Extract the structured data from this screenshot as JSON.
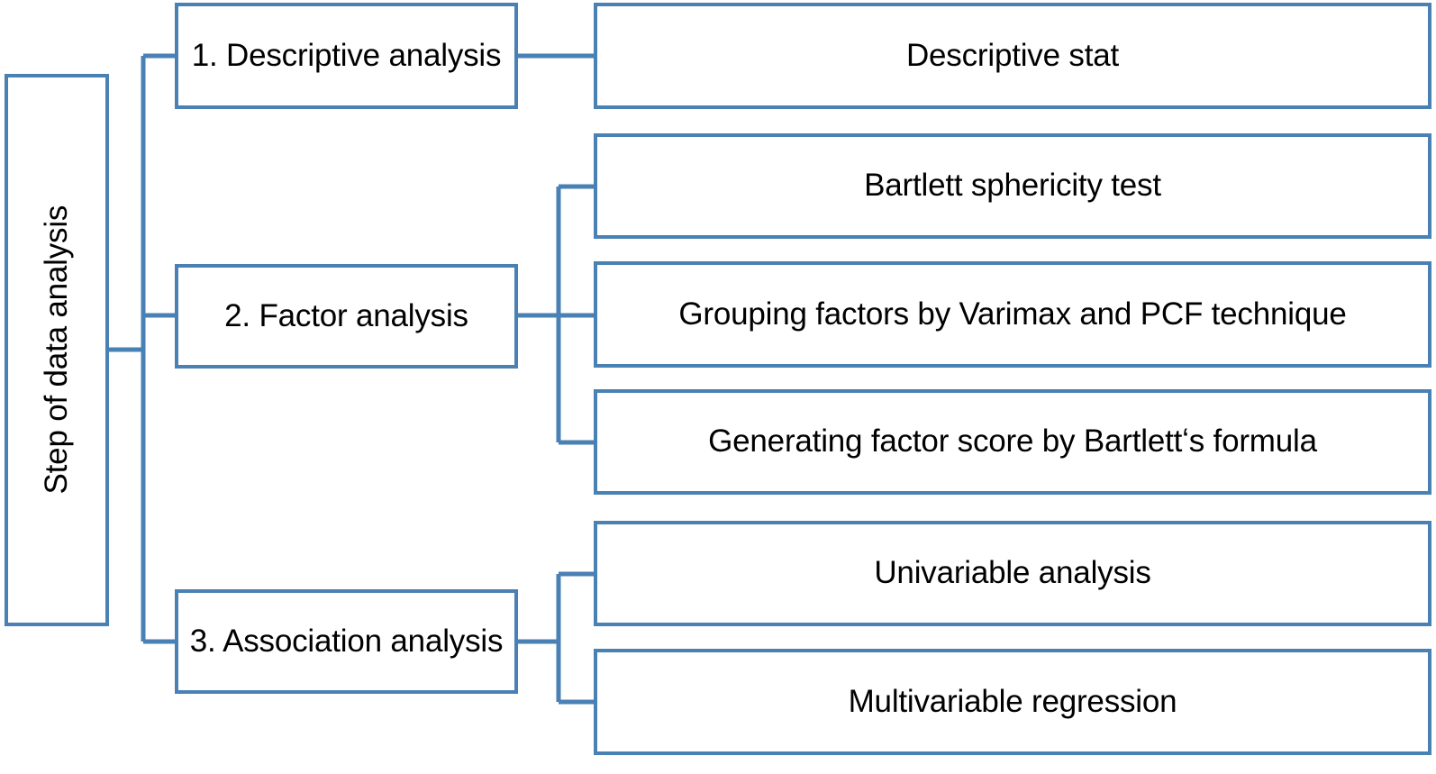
{
  "diagram": {
    "type": "flowchart-tree",
    "title": "Step of data analysis",
    "accent_color": "#4a81b4",
    "background_color": "#ffffff",
    "text_color": "#000000",
    "root": {
      "label": "Step of data analysis",
      "orientation": "vertical-rotated"
    },
    "stages": [
      {
        "label": "1. Descriptive analysis"
      },
      {
        "label": "2. Factor analysis"
      },
      {
        "label": "3. Association analysis"
      }
    ],
    "tasks": [
      {
        "label": "Descriptive stat",
        "parent": "1. Descriptive analysis"
      },
      {
        "label": "Bartlett sphericity test",
        "parent": "2. Factor analysis"
      },
      {
        "label": "Grouping factors by Varimax and PCF technique",
        "parent": "2. Factor analysis"
      },
      {
        "label": "Generating factor score by Bartlettʻs formula",
        "parent": "2. Factor analysis"
      },
      {
        "label": "Univariable analysis",
        "parent": "3. Association analysis"
      },
      {
        "label": "Multivariable regression",
        "parent": "3. Association analysis"
      }
    ]
  }
}
